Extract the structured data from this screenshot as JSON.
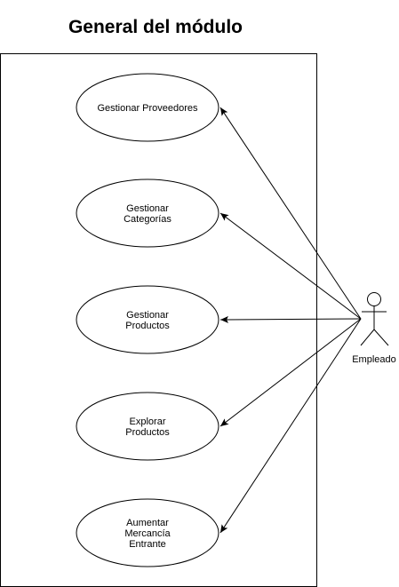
{
  "diagram": {
    "title": "General del módulo",
    "actor": {
      "name": "Empleado",
      "icon": "stick-figure-icon"
    },
    "use_cases": [
      {
        "id": "gestionar-proveedores",
        "lines": [
          "Gestionar Proveedores"
        ]
      },
      {
        "id": "gestionar-categorias",
        "lines": [
          "Gestionar",
          "Categorías"
        ]
      },
      {
        "id": "gestionar-productos",
        "lines": [
          "Gestionar",
          "Productos"
        ]
      },
      {
        "id": "explorar-productos",
        "lines": [
          "Explorar",
          "Productos"
        ]
      },
      {
        "id": "aumentar-mercancia-entrante",
        "lines": [
          "Aumentar",
          "Mercancía",
          "Entrante"
        ]
      }
    ],
    "associations": [
      {
        "from": "Empleado",
        "to": "gestionar-proveedores"
      },
      {
        "from": "Empleado",
        "to": "gestionar-categorias"
      },
      {
        "from": "Empleado",
        "to": "gestionar-productos"
      },
      {
        "from": "Empleado",
        "to": "explorar-productos"
      },
      {
        "from": "Empleado",
        "to": "aumentar-mercancia-entrante"
      }
    ],
    "colors": {
      "stroke": "#000000",
      "fill": "#ffffff",
      "text": "#000000"
    }
  }
}
